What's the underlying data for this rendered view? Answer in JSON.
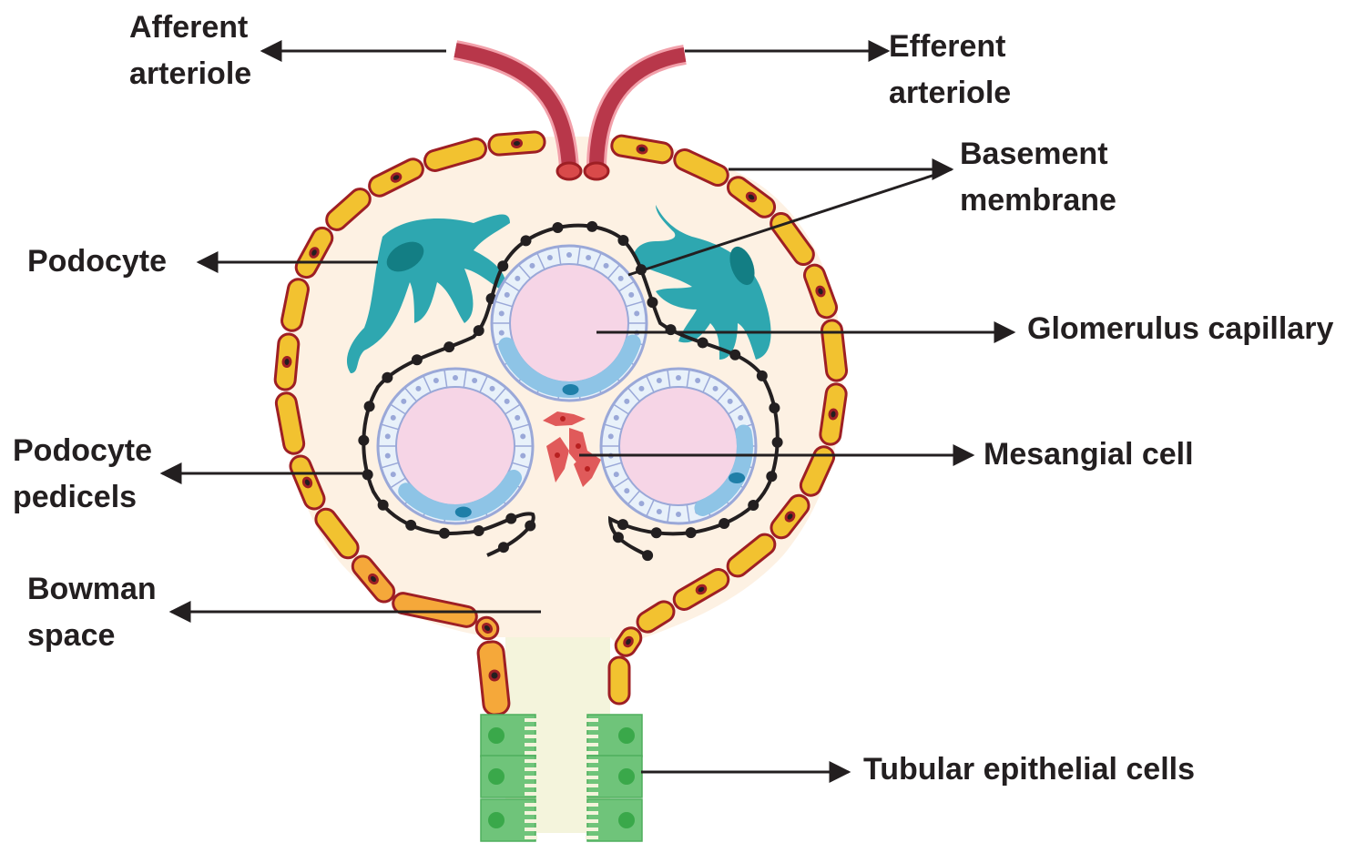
{
  "title": "Renal corpuscle structure",
  "labels": {
    "afferent": {
      "line1": "Afferent",
      "line2": "arteriole"
    },
    "efferent": {
      "line1": "Efferent",
      "line2": "arteriole"
    },
    "basement": {
      "line1": "Basement",
      "line2": "membrane"
    },
    "podocyte": {
      "line1": "Podocyte"
    },
    "glomerulus": {
      "line1": "Glomerulus capillary"
    },
    "pedicels": {
      "line1": "Podocyte",
      "line2": "pedicels"
    },
    "mesangial": {
      "line1": "Mesangial cell"
    },
    "bowman": {
      "line1": "Bowman",
      "line2": "space"
    },
    "tubular": {
      "line1": "Tubular epithelial cells"
    }
  },
  "colors": {
    "text": "#231f20",
    "bowman_space": "#fdf1e3",
    "parietal_cell": "#f2c230",
    "parietal_cell_lower": "#f5a83a",
    "parietal_border": "#9e1f24",
    "arteriole": "#b8374a",
    "arteriole_light": "#f2a0aa",
    "podocyte": "#2ea7b0",
    "podocyte_nucleus": "#137e84",
    "capillary_lumen": "#f6d5e6",
    "endothelium": "#e8f1fa",
    "endothelium_border": "#9aa8d8",
    "mesangial": "#e05a5a",
    "tubule": "#6fc47a",
    "tubule_nucleus": "#3aa84a",
    "tubule_lumen": "#f4f4dc"
  }
}
